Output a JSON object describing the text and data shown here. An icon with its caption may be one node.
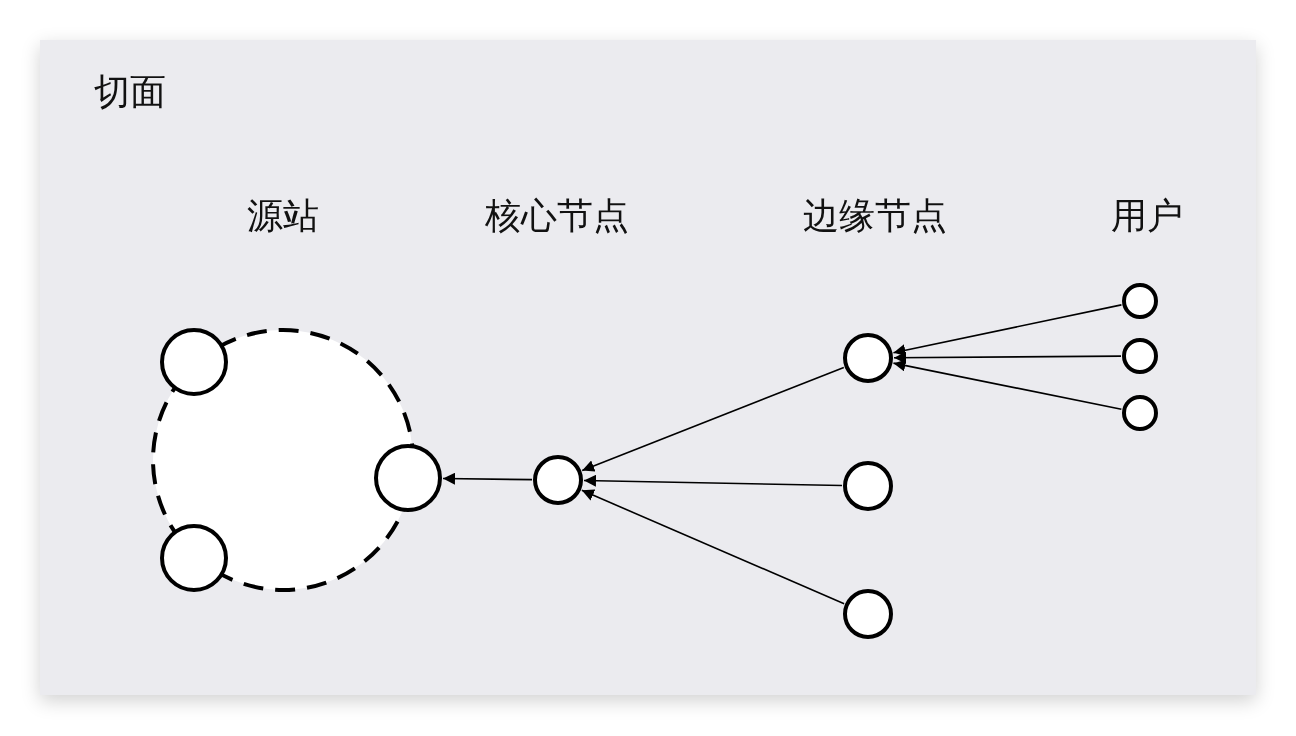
{
  "diagram": {
    "title": "切面",
    "nodes": [
      {
        "text": [],
        "shape": "circle"
      },
      {
        "text": [],
        "shape": "circle"
      },
      {
        "text": [],
        "shape": "circle"
      },
      {
        "text": [],
        "shape": "circle"
      },
      {
        "text": [],
        "shape": "circle"
      },
      {
        "text": [],
        "shape": "circle"
      },
      {
        "text": [],
        "shape": "circle"
      },
      {
        "text": [],
        "shape": "circle"
      },
      {
        "text": [],
        "shape": "circle"
      },
      {
        "text": [],
        "shape": "circle"
      },
      {
        "text": [],
        "shape": "circle"
      }
    ],
    "edges": [
      {
        "from": 4,
        "to": 3,
        "arrow": "to"
      },
      {
        "from": 5,
        "to": 4,
        "arrow": "to"
      },
      {
        "from": 6,
        "to": 4,
        "arrow": "to"
      },
      {
        "from": 7,
        "to": 4,
        "arrow": "to"
      },
      {
        "from": 8,
        "to": 5,
        "arrow": "to"
      },
      {
        "from": 9,
        "to": 5,
        "arrow": "to"
      },
      {
        "from": 10,
        "to": 5,
        "arrow": "to"
      }
    ],
    "labels": [
      "源站",
      "核心节点",
      "边缘节点",
      "用户"
    ]
  }
}
